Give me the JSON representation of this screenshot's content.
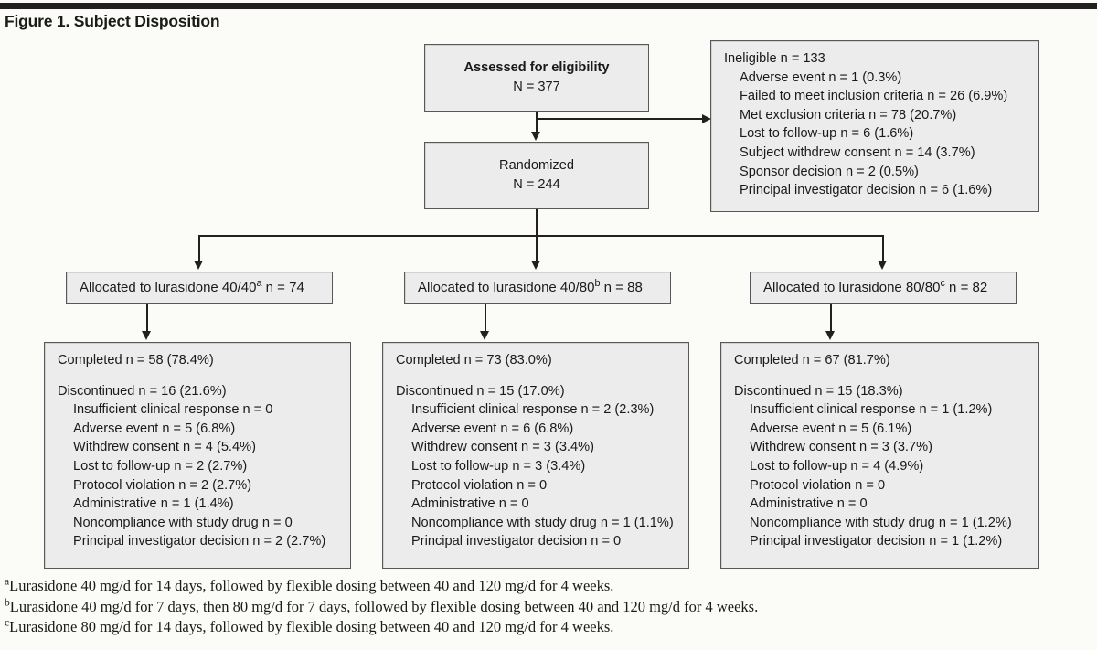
{
  "figure": {
    "title": "Figure 1. Subject Disposition"
  },
  "nodes": {
    "assessed": {
      "label": "Assessed for eligibility",
      "count": "N = 377"
    },
    "randomized": {
      "label": "Randomized",
      "count": "N = 244"
    },
    "ineligible": {
      "heading": "Ineligible n = 133",
      "reasons": [
        "Adverse event n = 1 (0.3%)",
        "Failed to meet inclusion criteria n = 26 (6.9%)",
        "Met exclusion criteria n = 78 (20.7%)",
        "Lost to follow-up n = 6 (1.6%)",
        "Subject withdrew consent n = 14 (3.7%)",
        "Sponsor decision n = 2 (0.5%)",
        "Principal investigator decision n = 6 (1.6%)"
      ]
    }
  },
  "arms": [
    {
      "allocation_prefix": "Allocated to lurasidone 40/40",
      "allocation_marker": "a",
      "allocation_suffix": " n = 74",
      "completed": "Completed n = 58 (78.4%)",
      "discontinued": "Discontinued n = 16 (21.6%)",
      "reasons": [
        "Insufficient clinical response n = 0",
        "Adverse event n = 5 (6.8%)",
        "Withdrew consent n = 4 (5.4%)",
        "Lost to follow-up n = 2 (2.7%)",
        "Protocol violation n = 2 (2.7%)",
        "Administrative n = 1 (1.4%)",
        "Noncompliance with study drug n = 0",
        "Principal investigator decision n = 2 (2.7%)"
      ]
    },
    {
      "allocation_prefix": "Allocated to lurasidone 40/80",
      "allocation_marker": "b",
      "allocation_suffix": " n = 88",
      "completed": "Completed n = 73 (83.0%)",
      "discontinued": "Discontinued n = 15 (17.0%)",
      "reasons": [
        "Insufficient clinical response n = 2 (2.3%)",
        "Adverse event n = 6 (6.8%)",
        "Withdrew consent n = 3 (3.4%)",
        "Lost to follow-up n = 3 (3.4%)",
        "Protocol violation n = 0",
        "Administrative n = 0",
        "Noncompliance with study drug n = 1 (1.1%)",
        "Principal investigator decision n = 0"
      ]
    },
    {
      "allocation_prefix": "Allocated to lurasidone 80/80",
      "allocation_marker": "c",
      "allocation_suffix": " n = 82",
      "completed": "Completed n = 67 (81.7%)",
      "discontinued": "Discontinued n = 15 (18.3%)",
      "reasons": [
        "Insufficient clinical response n = 1 (1.2%)",
        "Adverse event n = 5 (6.1%)",
        "Withdrew consent n = 3 (3.7%)",
        "Lost to follow-up n = 4 (4.9%)",
        "Protocol violation n = 0",
        "Administrative n = 0",
        "Noncompliance with study drug n = 1 (1.2%)",
        "Principal investigator decision n = 1 (1.2%)"
      ]
    }
  ],
  "footnotes": [
    {
      "marker": "a",
      "text": "Lurasidone 40 mg/d for 14 days, followed by flexible dosing between 40 and 120 mg/d for 4 weeks."
    },
    {
      "marker": "b",
      "text": "Lurasidone 40 mg/d for 7 days, then 80 mg/d for 7 days, followed by flexible dosing between 40 and 120 mg/d for 4 weeks."
    },
    {
      "marker": "c",
      "text": "Lurasidone 80 mg/d for 14 days, followed by flexible dosing between 40 and 120 mg/d for 4 weeks."
    }
  ],
  "colors": {
    "box_fill": "#ececec",
    "box_border": "#58585a",
    "rule": "#231f20",
    "page_background": "#fbfbf7"
  }
}
